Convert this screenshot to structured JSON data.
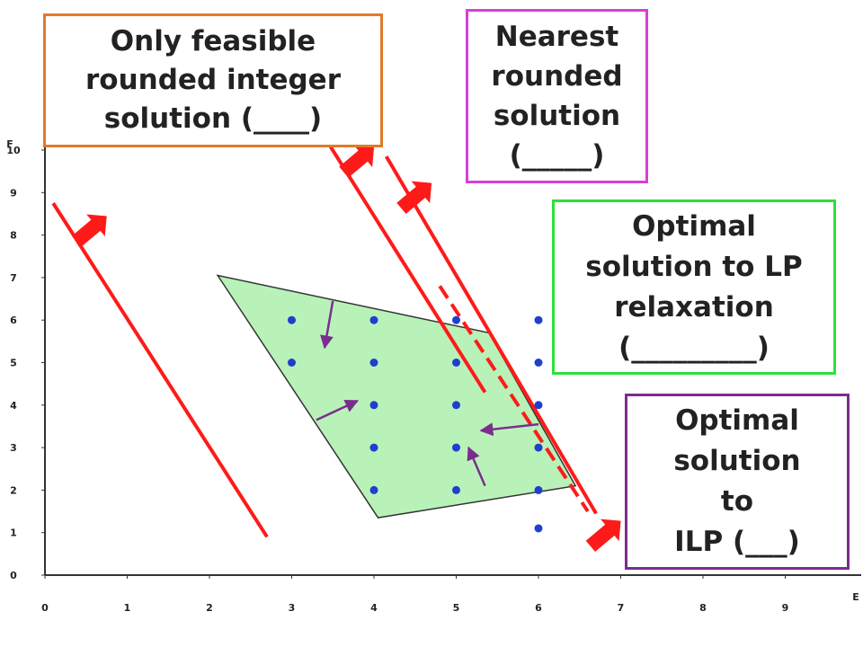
{
  "chart_data": {
    "type": "scatter",
    "xlabel": "E",
    "ylabel": "F",
    "xlim": [
      0,
      10
    ],
    "ylim": [
      0,
      10
    ],
    "x_ticks": [
      "0",
      "1",
      "2",
      "3",
      "4",
      "5",
      "6",
      "7",
      "8",
      "9"
    ],
    "y_ticks": [
      "0",
      "1",
      "2",
      "3",
      "4",
      "5",
      "6",
      "7",
      "8",
      "9",
      "10"
    ],
    "feasible_region": [
      [
        2.1,
        7.05
      ],
      [
        5.4,
        5.7
      ],
      [
        6.45,
        2.1
      ],
      [
        4.05,
        1.35
      ]
    ],
    "integer_points": [
      [
        3,
        6
      ],
      [
        4,
        6
      ],
      [
        5,
        6
      ],
      [
        6,
        6
      ],
      [
        3,
        5
      ],
      [
        4,
        5
      ],
      [
        5,
        5
      ],
      [
        6,
        5
      ],
      [
        4,
        4
      ],
      [
        5,
        4
      ],
      [
        6,
        4
      ],
      [
        4,
        3
      ],
      [
        5,
        3
      ],
      [
        6,
        3
      ],
      [
        4,
        2
      ],
      [
        5,
        2
      ],
      [
        6,
        2
      ],
      [
        6,
        1.1
      ]
    ],
    "objective_lines": [
      {
        "from": [
          0.1,
          8.75
        ],
        "to": [
          2.7,
          0.9
        ],
        "style": "solid"
      },
      {
        "from": [
          3.4,
          10.3
        ],
        "to": [
          5.35,
          4.3
        ],
        "style": "solid"
      },
      {
        "from": [
          4.15,
          9.85
        ],
        "to": [
          6.7,
          1.45
        ],
        "style": "solid"
      },
      {
        "from": [
          4.8,
          6.8
        ],
        "to": [
          6.6,
          1.5
        ],
        "style": "dashed"
      }
    ],
    "colors": {
      "region_fill": "#b8f2b8",
      "region_stroke": "#333333",
      "points": "#1f3fcf",
      "objective": "#ff1a1a",
      "arrows": "#7b2d8e"
    }
  },
  "callouts": {
    "feasible_rounded": "Only feasible\nrounded integer\nsolution (____)",
    "nearest_rounded": "Nearest\nrounded\nsolution\n(_____)",
    "lp_optimal": "Optimal\nsolution to LP\nrelaxation\n(_________)",
    "ilp_optimal": "Optimal\nsolution\nto\nILP (___)"
  }
}
